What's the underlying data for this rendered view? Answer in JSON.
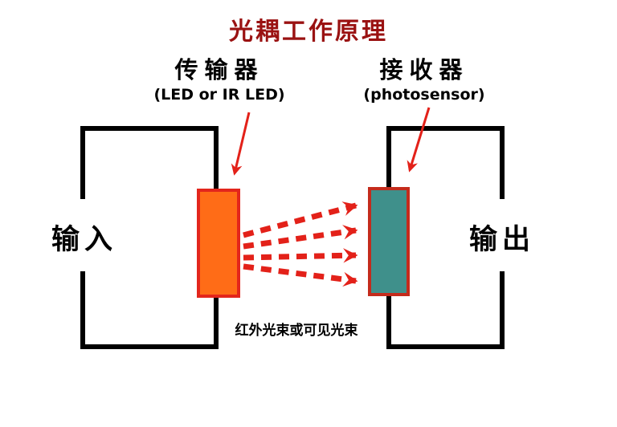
{
  "title": "光耦工作原理",
  "transmitter": {
    "label": "传输器",
    "sublabel": "(LED or IR LED)"
  },
  "receiver": {
    "label": "接收器",
    "sublabel": "(photosensor)"
  },
  "left_circuit": {
    "label": "输入"
  },
  "right_circuit": {
    "label": "输出"
  },
  "beam_caption": "红外光束或可见光束",
  "colors": {
    "title_red": "#9A1212",
    "arrow_red": "#E32119",
    "led_fill": "#FF6C17",
    "led_border": "#E3261C",
    "sensor_fill": "#3F908B",
    "sensor_border": "#C42B1C",
    "wire_black": "#000000"
  }
}
